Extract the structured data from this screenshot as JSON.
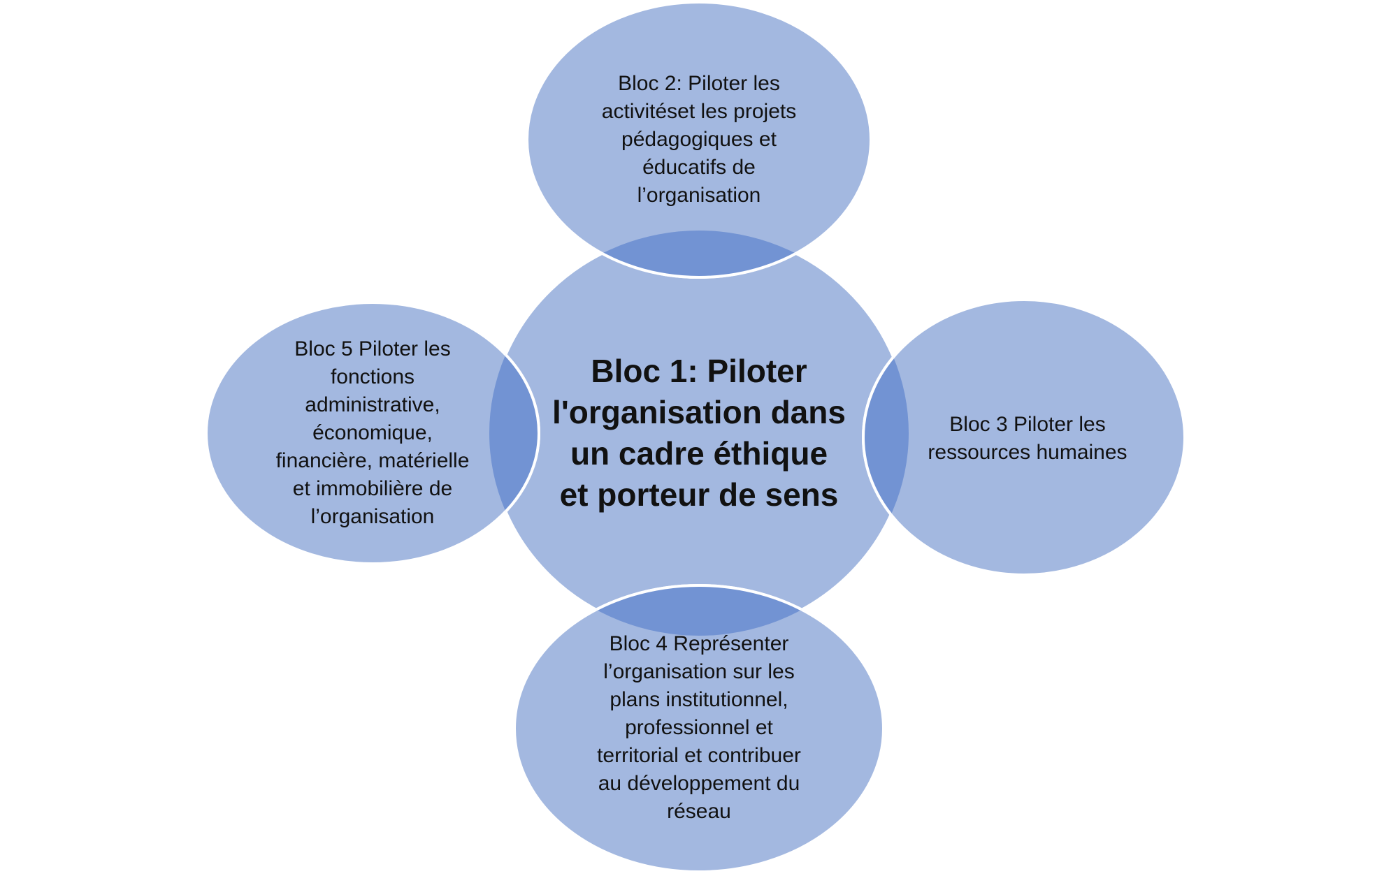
{
  "colors": {
    "ellipse_fill": "#a3b8e0",
    "overlap_fill": "#7293d3",
    "outline": "#ffffff"
  },
  "blocks": {
    "center": "Bloc 1: Piloter\nl'organisation dans\nun cadre éthique\net porteur de sens",
    "top": "Bloc 2: Piloter les\nactivitéset les projets\npédagogiques et\néducatifs de\nl’organisation",
    "right": "Bloc 3 Piloter les\nressources humaines",
    "bottom": "Bloc 4 Représenter\nl’organisation sur les\nplans institutionnel,\nprofessionnel et\nterritorial et contribuer\nau développement du\nréseau",
    "left": "Bloc 5 Piloter les\nfonctions\nadministrative,\néconomique,\nfinancière, matérielle\net immobilière de\nl’organisation"
  }
}
